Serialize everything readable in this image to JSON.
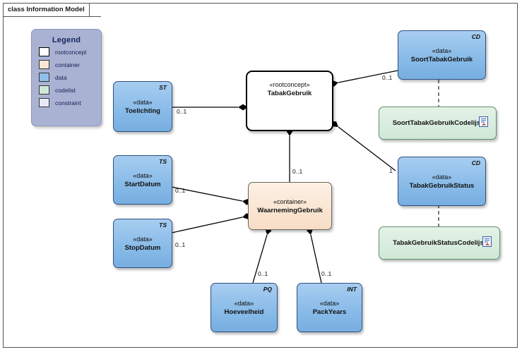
{
  "frame": {
    "label": "class Information Model"
  },
  "legend": {
    "title": "Legend",
    "items": [
      {
        "label": "rootconcept",
        "color": "#ffffff",
        "border": "#000000"
      },
      {
        "label": "container",
        "color": "#fae6d4",
        "border": "#6d6459"
      },
      {
        "label": "data",
        "color": "#8fbfea",
        "border": "#2f4f7f"
      },
      {
        "label": "codelist",
        "color": "#cfe7d6",
        "border": "#5f8f6f"
      },
      {
        "label": "constraint",
        "color": "#e8eaf8",
        "border": "#6b6f90"
      }
    ],
    "background": "#aab2d4"
  },
  "nodes": {
    "tabakgebruik": {
      "stereotype": "«rootconcept»",
      "name": "TabakGebruik",
      "corner": ""
    },
    "toelichting": {
      "stereotype": "«data»",
      "name": "Toelichting",
      "corner": "ST"
    },
    "startdatum": {
      "stereotype": "«data»",
      "name": "StartDatum",
      "corner": "TS"
    },
    "stopdatum": {
      "stereotype": "«data»",
      "name": "StopDatum",
      "corner": "TS"
    },
    "waarneming": {
      "stereotype": "«container»",
      "name": "WaarnemingGebruik",
      "corner": ""
    },
    "hoeveelheid": {
      "stereotype": "«data»",
      "name": "Hoeveelheid",
      "corner": "PQ"
    },
    "packyears": {
      "stereotype": "«data»",
      "name": "PackYears",
      "corner": "INT"
    },
    "soorttabak": {
      "stereotype": "«data»",
      "name": "SoortTabakGebruik",
      "corner": "CD"
    },
    "tabakstatus": {
      "stereotype": "«data»",
      "name": "TabakGebruikStatus",
      "corner": "CD"
    },
    "soortcodelijst": {
      "name": "SoortTabakGebruikCodelijst"
    },
    "statuscodelijst": {
      "name": "TabakGebruikStatusCodelijst"
    }
  },
  "multiplicities": {
    "toelichting": "0..1",
    "startdatum": "0..1",
    "stopdatum": "0..1",
    "waarneming": "0..1",
    "hoeveelheid": "0..1",
    "packyears": "0..1",
    "soorttabak": "0..1",
    "tabakstatus": "1"
  }
}
